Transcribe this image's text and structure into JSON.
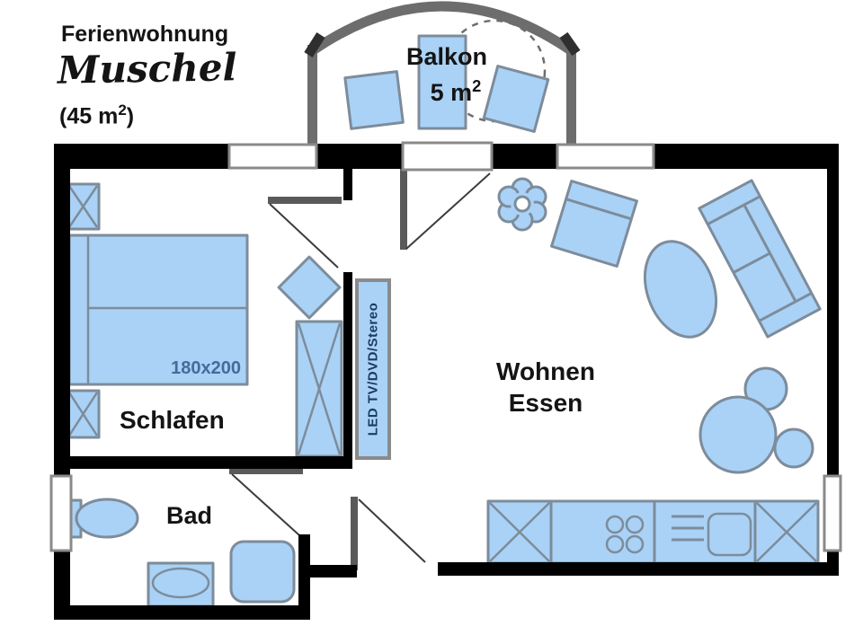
{
  "header": {
    "line1": "Ferienwohnung",
    "line2": "Muschel",
    "area_prefix": "(45 m",
    "area_sup": "2",
    "area_suffix": ")"
  },
  "balcony": {
    "label": "Balkon",
    "area_value": "5 m",
    "area_sup": "2"
  },
  "bedroom": {
    "label": "Schlafen",
    "bed_size": "180x200"
  },
  "bathroom": {
    "label": "Bad"
  },
  "living": {
    "line1": "Wohnen",
    "line2": "Essen"
  },
  "media_board": {
    "label": "LED TV/DVD/Stereo"
  },
  "colors": {
    "furniture_fill": "#a9d2f6",
    "furniture_stroke": "#7d8c9b",
    "wall": "#000000",
    "frame_gray": "#8a8a8a",
    "door_gray": "#5a5a5a",
    "swing_line": "#3c3c3c",
    "railing_gray": "#6d6d6d",
    "railing_cap": "#2f2f2f",
    "bed_size_text": "#48699b",
    "media_text": "#1b3a66",
    "label_text": "#141414"
  }
}
